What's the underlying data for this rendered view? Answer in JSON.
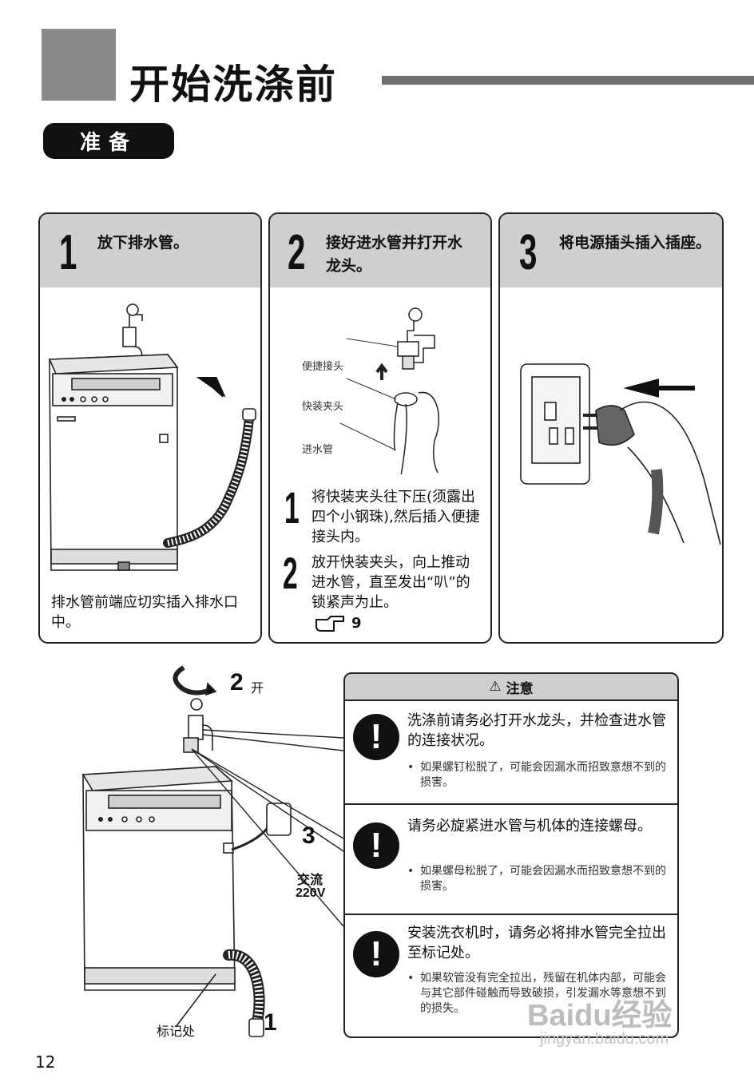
{
  "header": {
    "title": "开始洗涤前",
    "section_pill": "准备"
  },
  "steps": [
    {
      "number": "1",
      "title": "放下排水管。",
      "body": "排水管前端应切实插入排水口中。"
    },
    {
      "number": "2",
      "title": "接好进水管并打开水龙头。",
      "labels": [
        "便捷接头",
        "快装夹头",
        "进水管"
      ],
      "substeps": [
        {
          "number": "1",
          "text": "将快装夹头往下压(须露出四个小钢珠),然后插入便捷接头内。"
        },
        {
          "number": "2",
          "text": "放开快装夹头，向上推动进水管，直至发出“叭”的锁紧声为止。"
        }
      ],
      "page_ref": "9"
    },
    {
      "number": "3",
      "title": "将电源插头插入插座。"
    }
  ],
  "diagram": {
    "open_num": "2",
    "open_label": "开",
    "plug_num": "3",
    "ac_label": "交流",
    "voltage": "220V",
    "hose_num": "1",
    "mark_label": "标记处"
  },
  "caution": {
    "heading": "注意",
    "items": [
      {
        "main": "洗涤前请务必打开水龙头，并检查进水管的连接状况。",
        "bullet": "如果螺钉松脱了，可能会因漏水而招致意想不到的损害。"
      },
      {
        "main": "请务必旋紧进水管与机体的连接螺母。",
        "bullet": "如果螺母松脱了，可能会因漏水而招致意想不到的损害。"
      },
      {
        "main": "安装洗衣机时，请务必将排水管完全拉出至标记处。",
        "bullet": "如果软管没有完全拉出，残留在机体内部，可能会与其它部件碰触而导致破损，引发漏水等意想不到的损失。"
      }
    ]
  },
  "page_number": "12",
  "watermark": {
    "brand": "Baidu经验",
    "url": "jingyan.baidu.com"
  }
}
